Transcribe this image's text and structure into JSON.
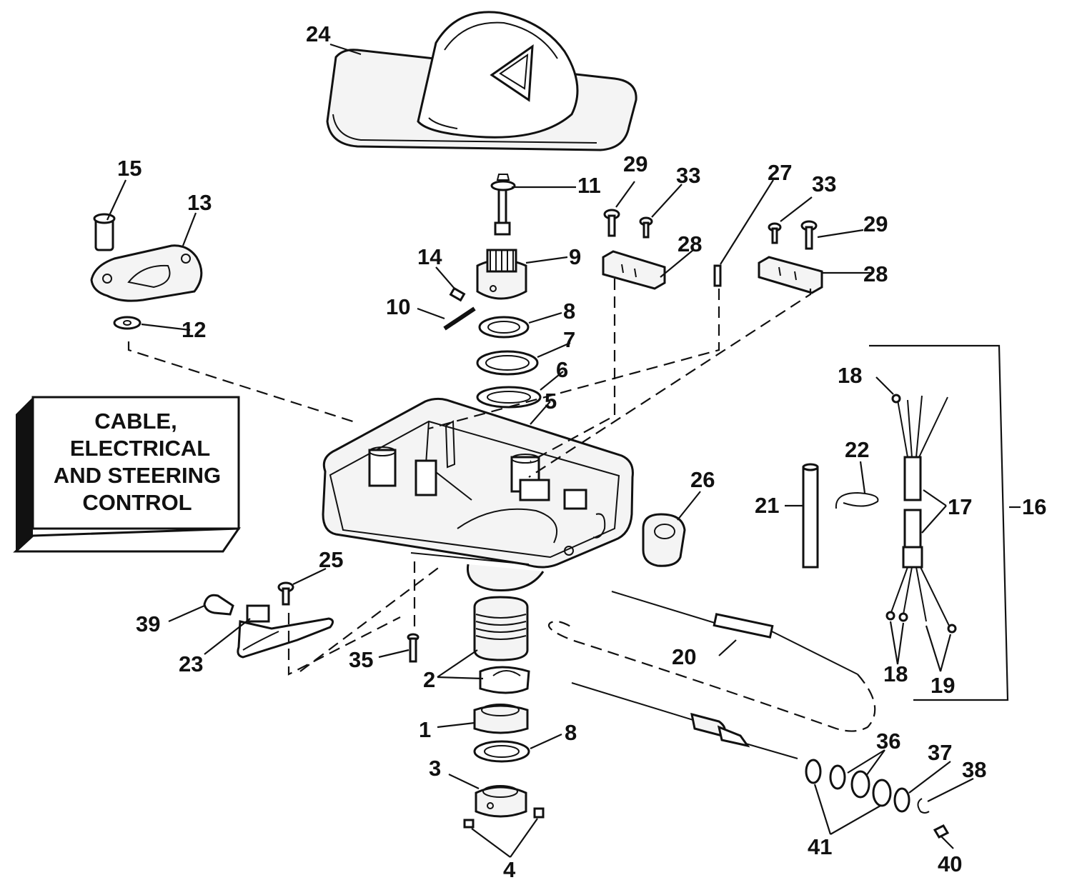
{
  "title_box": {
    "lines": [
      "CABLE,",
      "ELECTRICAL",
      "AND STEERING",
      "CONTROL"
    ]
  },
  "callouts": {
    "c24": "24",
    "c15": "15",
    "c13": "13",
    "c11": "11",
    "c29a": "29",
    "c33a": "33",
    "c27": "27",
    "c33b": "33",
    "c29b": "29",
    "c14": "14",
    "c9": "9",
    "c28a": "28",
    "c28b": "28",
    "c10": "10",
    "c8a": "8",
    "c12": "12",
    "c7": "7",
    "c6": "6",
    "c18a": "18",
    "c5": "5",
    "c22": "22",
    "c26": "26",
    "c21": "21",
    "c17": "17",
    "c16": "16",
    "c25": "25",
    "c39": "39",
    "c23": "23",
    "c35": "35",
    "c20": "20",
    "c2": "2",
    "c18b": "18",
    "c19": "19",
    "c1": "1",
    "c8b": "8",
    "c36": "36",
    "c37": "37",
    "c38": "38",
    "c3": "3",
    "c41": "41",
    "c4": "4",
    "c40": "40"
  }
}
